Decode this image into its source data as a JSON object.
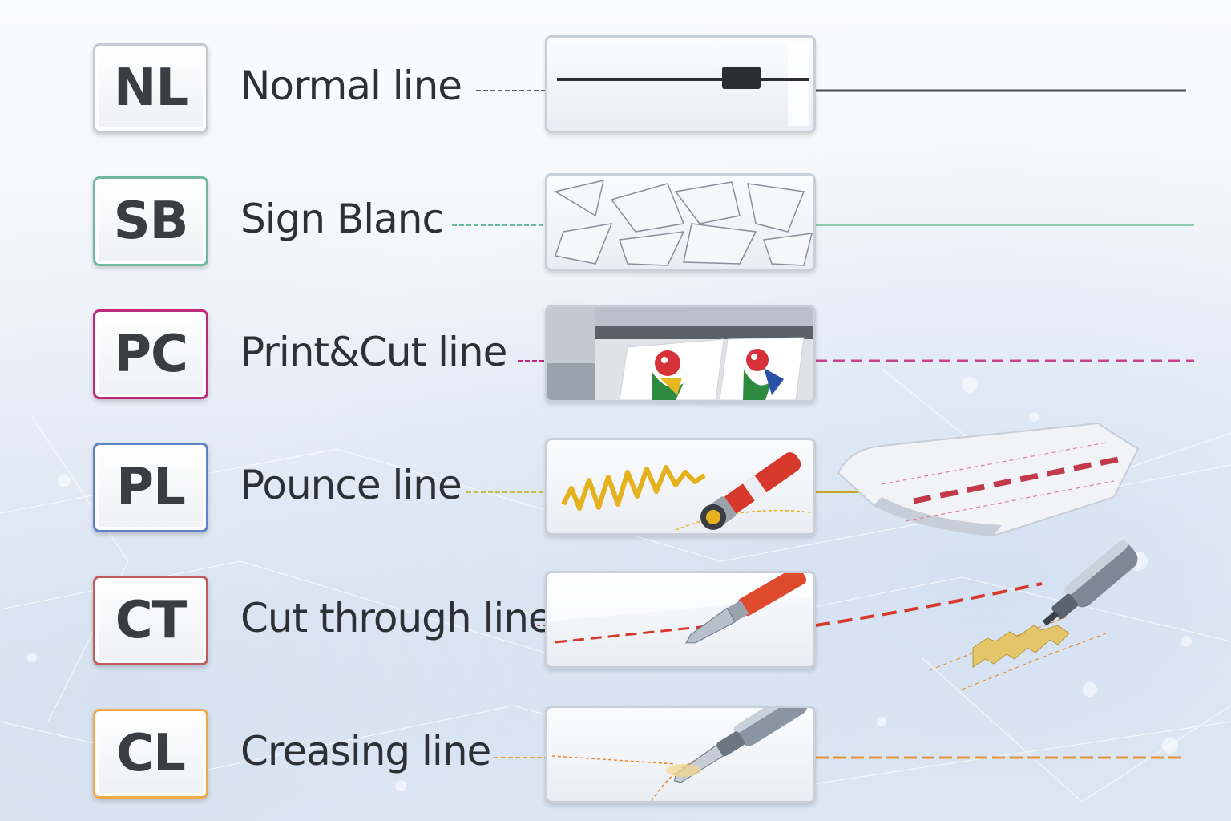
{
  "rows": [
    {
      "code": "NL",
      "label": "Normal line",
      "color": "#2b2d31",
      "thumb": "slider-icon"
    },
    {
      "code": "SB",
      "label": "Sign Blanc",
      "color": "#3aa876",
      "thumb": "paper-shapes-icon"
    },
    {
      "code": "PC",
      "label": "Print&Cut line",
      "color": "#c0287a",
      "thumb": "printer-icon"
    },
    {
      "code": "PL",
      "label": "Pounce line",
      "color": "#4f74c4",
      "thumb": "pounce-wheel-icon"
    },
    {
      "code": "CT",
      "label": "Cut through line",
      "color": "#c23a3a",
      "thumb": "cutting-blade-icon"
    },
    {
      "code": "CL",
      "label": "Creasing line",
      "color": "#e88a2a",
      "thumb": "creasing-tool-icon"
    }
  ]
}
